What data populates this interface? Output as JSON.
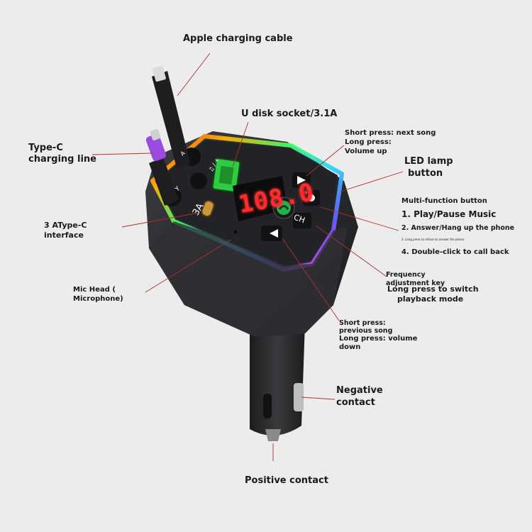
{
  "labels": {
    "apple_cable": "Apple charging cable",
    "type_c_line": [
      "Type-C",
      "charging line"
    ],
    "usb_socket": "U disk socket/3.1A",
    "next_song": [
      "Short press: next song",
      "Long press:",
      "Volume up"
    ],
    "led_button": [
      "LED lamp",
      "button"
    ],
    "multi_function_title": "Multi-function button",
    "multi_function_items": [
      "1. Play/Pause Music",
      "2. Answer/Hang up the phone",
      "3. Long press to refuse to answer the phone",
      "4. Double-click to call back"
    ],
    "type_c_interface": [
      "3 AType-C",
      "interface"
    ],
    "mic_head": [
      "Mic Head (",
      "Microphone)"
    ],
    "frequency": [
      "Frequency",
      "adjustment key"
    ],
    "switch_mode": [
      "Long press to switch",
      "playback mode"
    ],
    "previous_song": [
      "Short press:",
      "previous song",
      "Long press: volume",
      "down"
    ],
    "negative_contact": [
      "Negative",
      "contact"
    ],
    "positive_contact": "Positive contact"
  },
  "device": {
    "display_text": "108.0",
    "port_3a_label": "3A",
    "ch_label": "CH",
    "music_icon_label": "♫ / +",
    "type_label": "Y",
    "tc_label": "A"
  },
  "colors": {
    "background": "#ececec",
    "device_body": "#2b2c2f",
    "display_red": "#ff2b2b",
    "usb_green": "#2ecc40",
    "call_green": "#22b14c",
    "typec_purple": "#9b4be0",
    "leader_line": "#b03030"
  }
}
